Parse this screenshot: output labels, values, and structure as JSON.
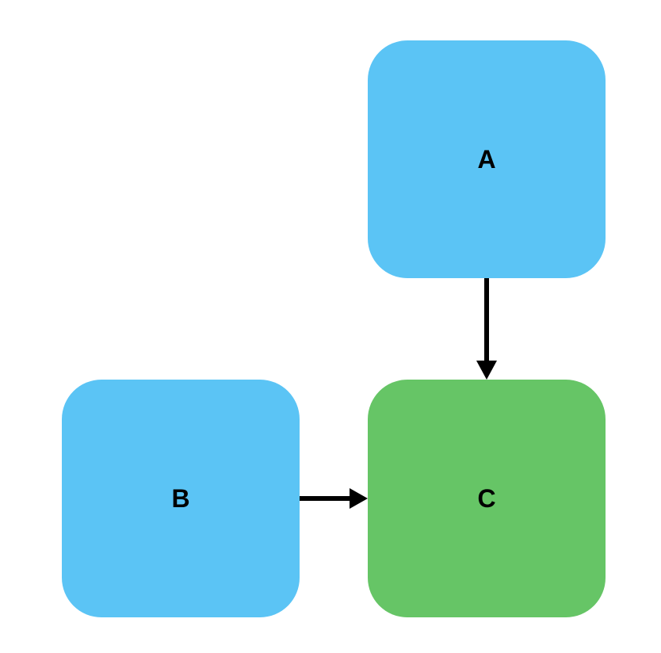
{
  "nodes": [
    {
      "id": "a",
      "label": "A",
      "color": "#5BC4F5"
    },
    {
      "id": "b",
      "label": "B",
      "color": "#5BC4F5"
    },
    {
      "id": "c",
      "label": "C",
      "color": "#66C566"
    }
  ],
  "edges": [
    {
      "from": "A",
      "to": "C"
    },
    {
      "from": "B",
      "to": "C"
    }
  ],
  "colors": {
    "arrow": "#000000",
    "background": "#FFFFFF"
  }
}
